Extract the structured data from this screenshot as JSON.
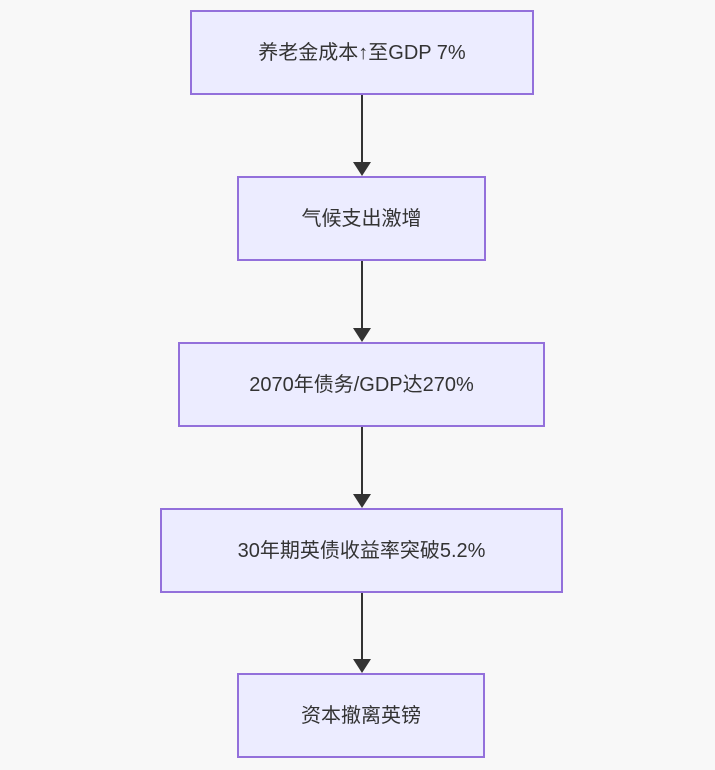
{
  "diagram": {
    "type": "flowchart-top-down",
    "colors": {
      "background": "#F8F8F8",
      "node_fill": "#ECECFF",
      "node_border": "#9370DB",
      "arrow": "#333333",
      "text": "#333333"
    },
    "nodes": [
      {
        "id": "n1",
        "label": "养老金成本↑至GDP 7%"
      },
      {
        "id": "n2",
        "label": "气候支出激增"
      },
      {
        "id": "n3",
        "label": "2070年债务/GDP达270%"
      },
      {
        "id": "n4",
        "label": "30年期英债收益率突破5.2%"
      },
      {
        "id": "n5",
        "label": "资本撤离英镑"
      }
    ],
    "edges": [
      {
        "from": "n1",
        "to": "n2"
      },
      {
        "from": "n2",
        "to": "n3"
      },
      {
        "from": "n3",
        "to": "n4"
      },
      {
        "from": "n4",
        "to": "n5"
      }
    ]
  }
}
